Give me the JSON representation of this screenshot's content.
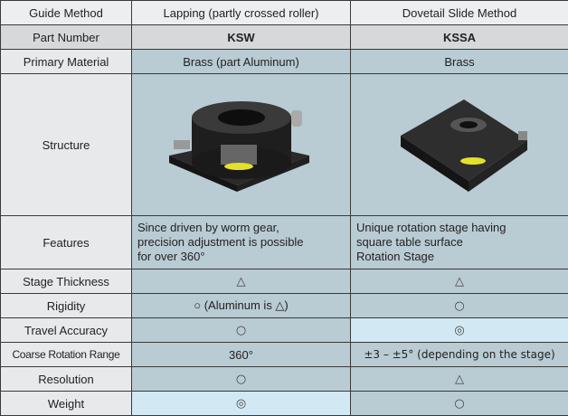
{
  "header": {
    "label": "Guide Method",
    "col1": "Lapping (partly crossed roller)",
    "col2": "Dovetail Slide Method"
  },
  "part_number": {
    "label": "Part Number",
    "col1": "KSW",
    "col2": "KSSA"
  },
  "material": {
    "label": "Primary Material",
    "col1": "Brass (part Aluminum)",
    "col2": "Brass"
  },
  "structure": {
    "label": "Structure"
  },
  "features": {
    "label": "Features",
    "col1": [
      "Since driven by worm gear,",
      "precision adjustment is possible",
      "for over 360°"
    ],
    "col2": [
      "Unique rotation stage having",
      "square table surface",
      "Rotation Stage"
    ]
  },
  "rows": [
    {
      "label": "Stage Thickness",
      "col1": "△",
      "col2": "△"
    },
    {
      "label": "Rigidity",
      "col1": "○ (Aluminum is △)",
      "col2": "○"
    },
    {
      "label": "Travel Accuracy",
      "col1": "○",
      "col2": "◎"
    },
    {
      "label": "Coarse Rotation Range",
      "col1": "360°",
      "col2": "±3 – ±5° (depending on the stage)"
    },
    {
      "label": "Resolution",
      "col1": "○",
      "col2": "△"
    },
    {
      "label": "Weight",
      "col1": "◎",
      "col2": "○"
    }
  ],
  "colors": {
    "data_cell": "#b9cbd3",
    "highlight_cell": "#d2e8f3",
    "label_cell": "#e7e9eb"
  }
}
